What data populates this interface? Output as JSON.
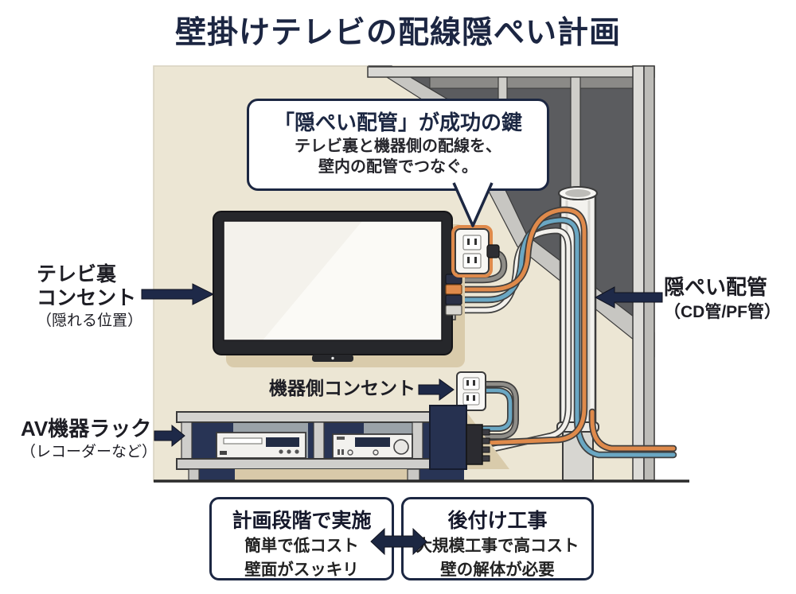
{
  "title": "壁掛けテレビの配線隠ぺい計画",
  "callout": {
    "heading": "「隠ぺい配管」が成功の鍵",
    "line1": "テレビ裏と機器側の配線を、",
    "line2": "壁内の配管でつなぐ。"
  },
  "labels": {
    "tv_outlet": {
      "line1": "テレビ裏",
      "line2": "コンセント",
      "note": "（隠れる位置）"
    },
    "av_rack": {
      "line1": "AV機器ラック",
      "note": "（レコーダーなど）"
    },
    "device_outlet": "機器側コンセント",
    "conduit": {
      "line1": "隠ぺい配管",
      "line2": "（CD管/PF管）"
    }
  },
  "comparison": {
    "planned": {
      "title": "計画段階で実施",
      "line1": "簡単で低コスト",
      "line2": "壁面がスッキリ"
    },
    "retrofit": {
      "title": "後付け工事",
      "line1": "大規模工事で高コスト",
      "line2": "壁の解体が必要"
    }
  },
  "colors": {
    "accent_navy": "#1c2742",
    "cable_orange": "#df8a4b",
    "cable_blue": "#6aa7c3",
    "wall_beige": "#ece6d4"
  }
}
